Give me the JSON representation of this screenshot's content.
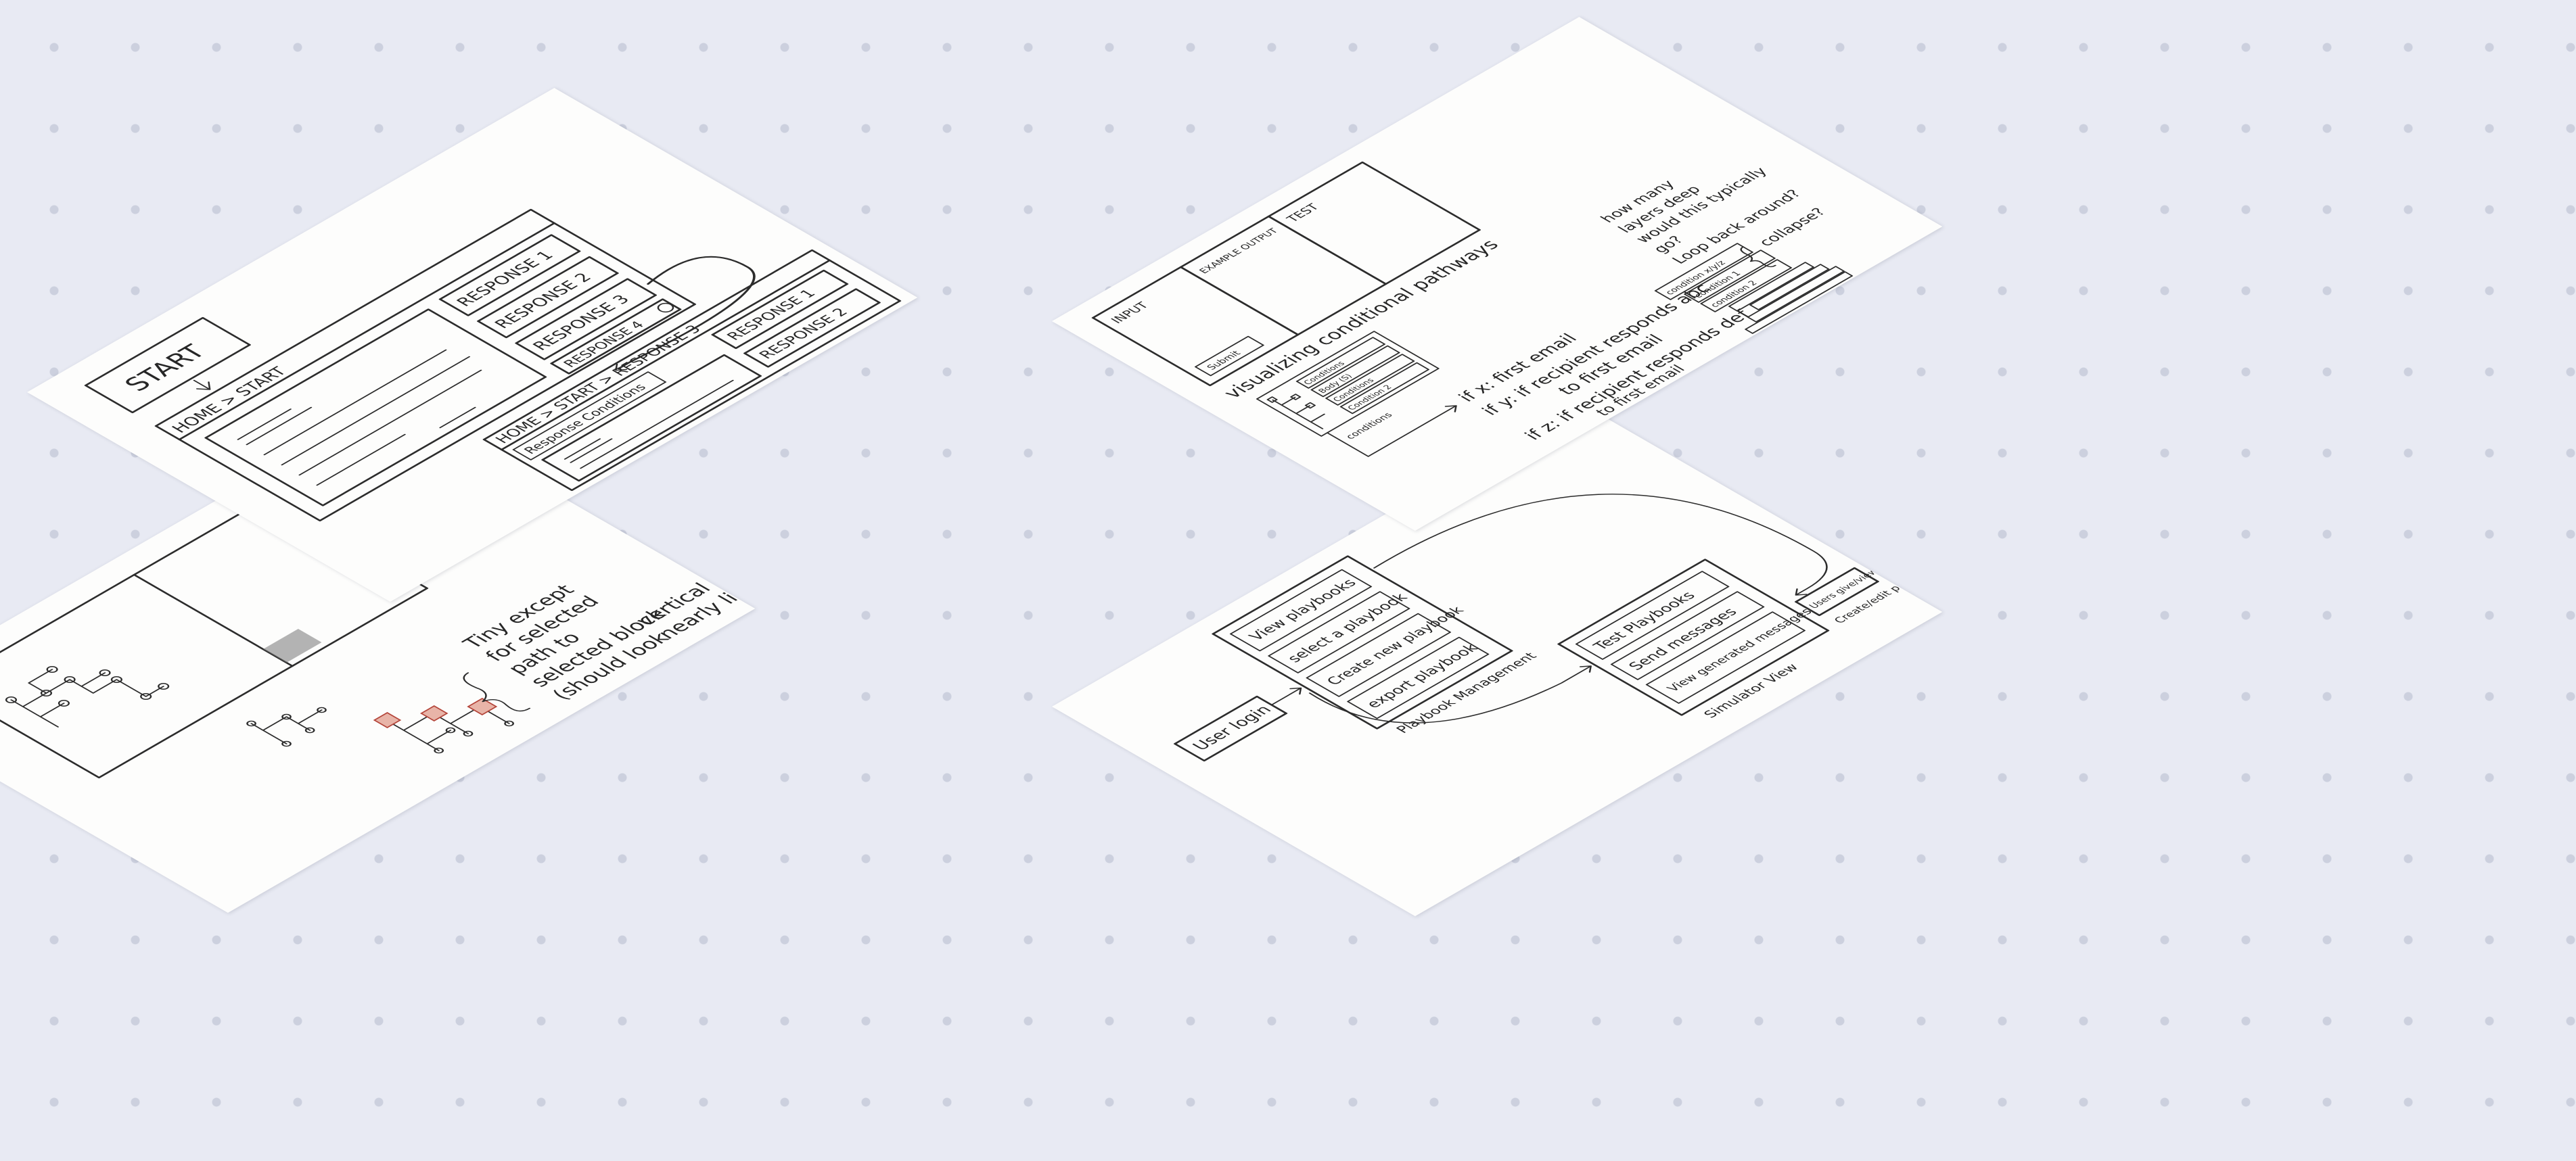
{
  "sketch_1": {
    "start": "START",
    "breadcrumb_start": "HOME > START",
    "responses": [
      "RESPONSE 1",
      "RESPONSE 2",
      "RESPONSE 3",
      "RESPONSE 4"
    ],
    "breadcrumb_response": "HOME > START > RESPONSE 3",
    "response_conditions": "Response Conditions",
    "sub_responses": [
      "RESPONSE 1",
      "RESPONSE 2"
    ]
  },
  "sketch_2": {
    "note_lines": [
      "Tiny except",
      "for selected",
      "path to",
      "selected block",
      "(should look",
      "nearly like",
      "vertical line"
    ]
  },
  "sketch_3": {
    "panel_labels": [
      "INPUT",
      "EXAMPLE OUTPUT",
      "TEST"
    ],
    "small_button": "Submit",
    "mini_rows": [
      "Conditions",
      "Body (S)",
      "Conditions",
      "Condition 2"
    ],
    "conditions_caption": "conditions",
    "title": "visualizing conditional pathways",
    "if_lines": [
      "if x: first email",
      "if y: if recipient responds abc",
      "to first email",
      "if z: if recipient responds def",
      "to first email"
    ],
    "question_lines": [
      "how many",
      "layers deep",
      "would this typically",
      "go?",
      "Loop back around?",
      "collapse?"
    ],
    "condition_rows": [
      "condition x/y/z",
      "condition 1",
      "condition 2"
    ]
  },
  "sketch_4": {
    "user_login": "User login",
    "playbook_items": [
      "View playbooks",
      "select a playbook",
      "Create new playbook",
      "export playbook"
    ],
    "playbook_caption": "Playbook Management",
    "simulator_items": [
      "Test Playbooks",
      "Send messages",
      "View generated messages"
    ],
    "simulator_caption": "Simulator View",
    "final_box": "Users give/view/edit",
    "final_caption": "Create/edit playbook"
  }
}
